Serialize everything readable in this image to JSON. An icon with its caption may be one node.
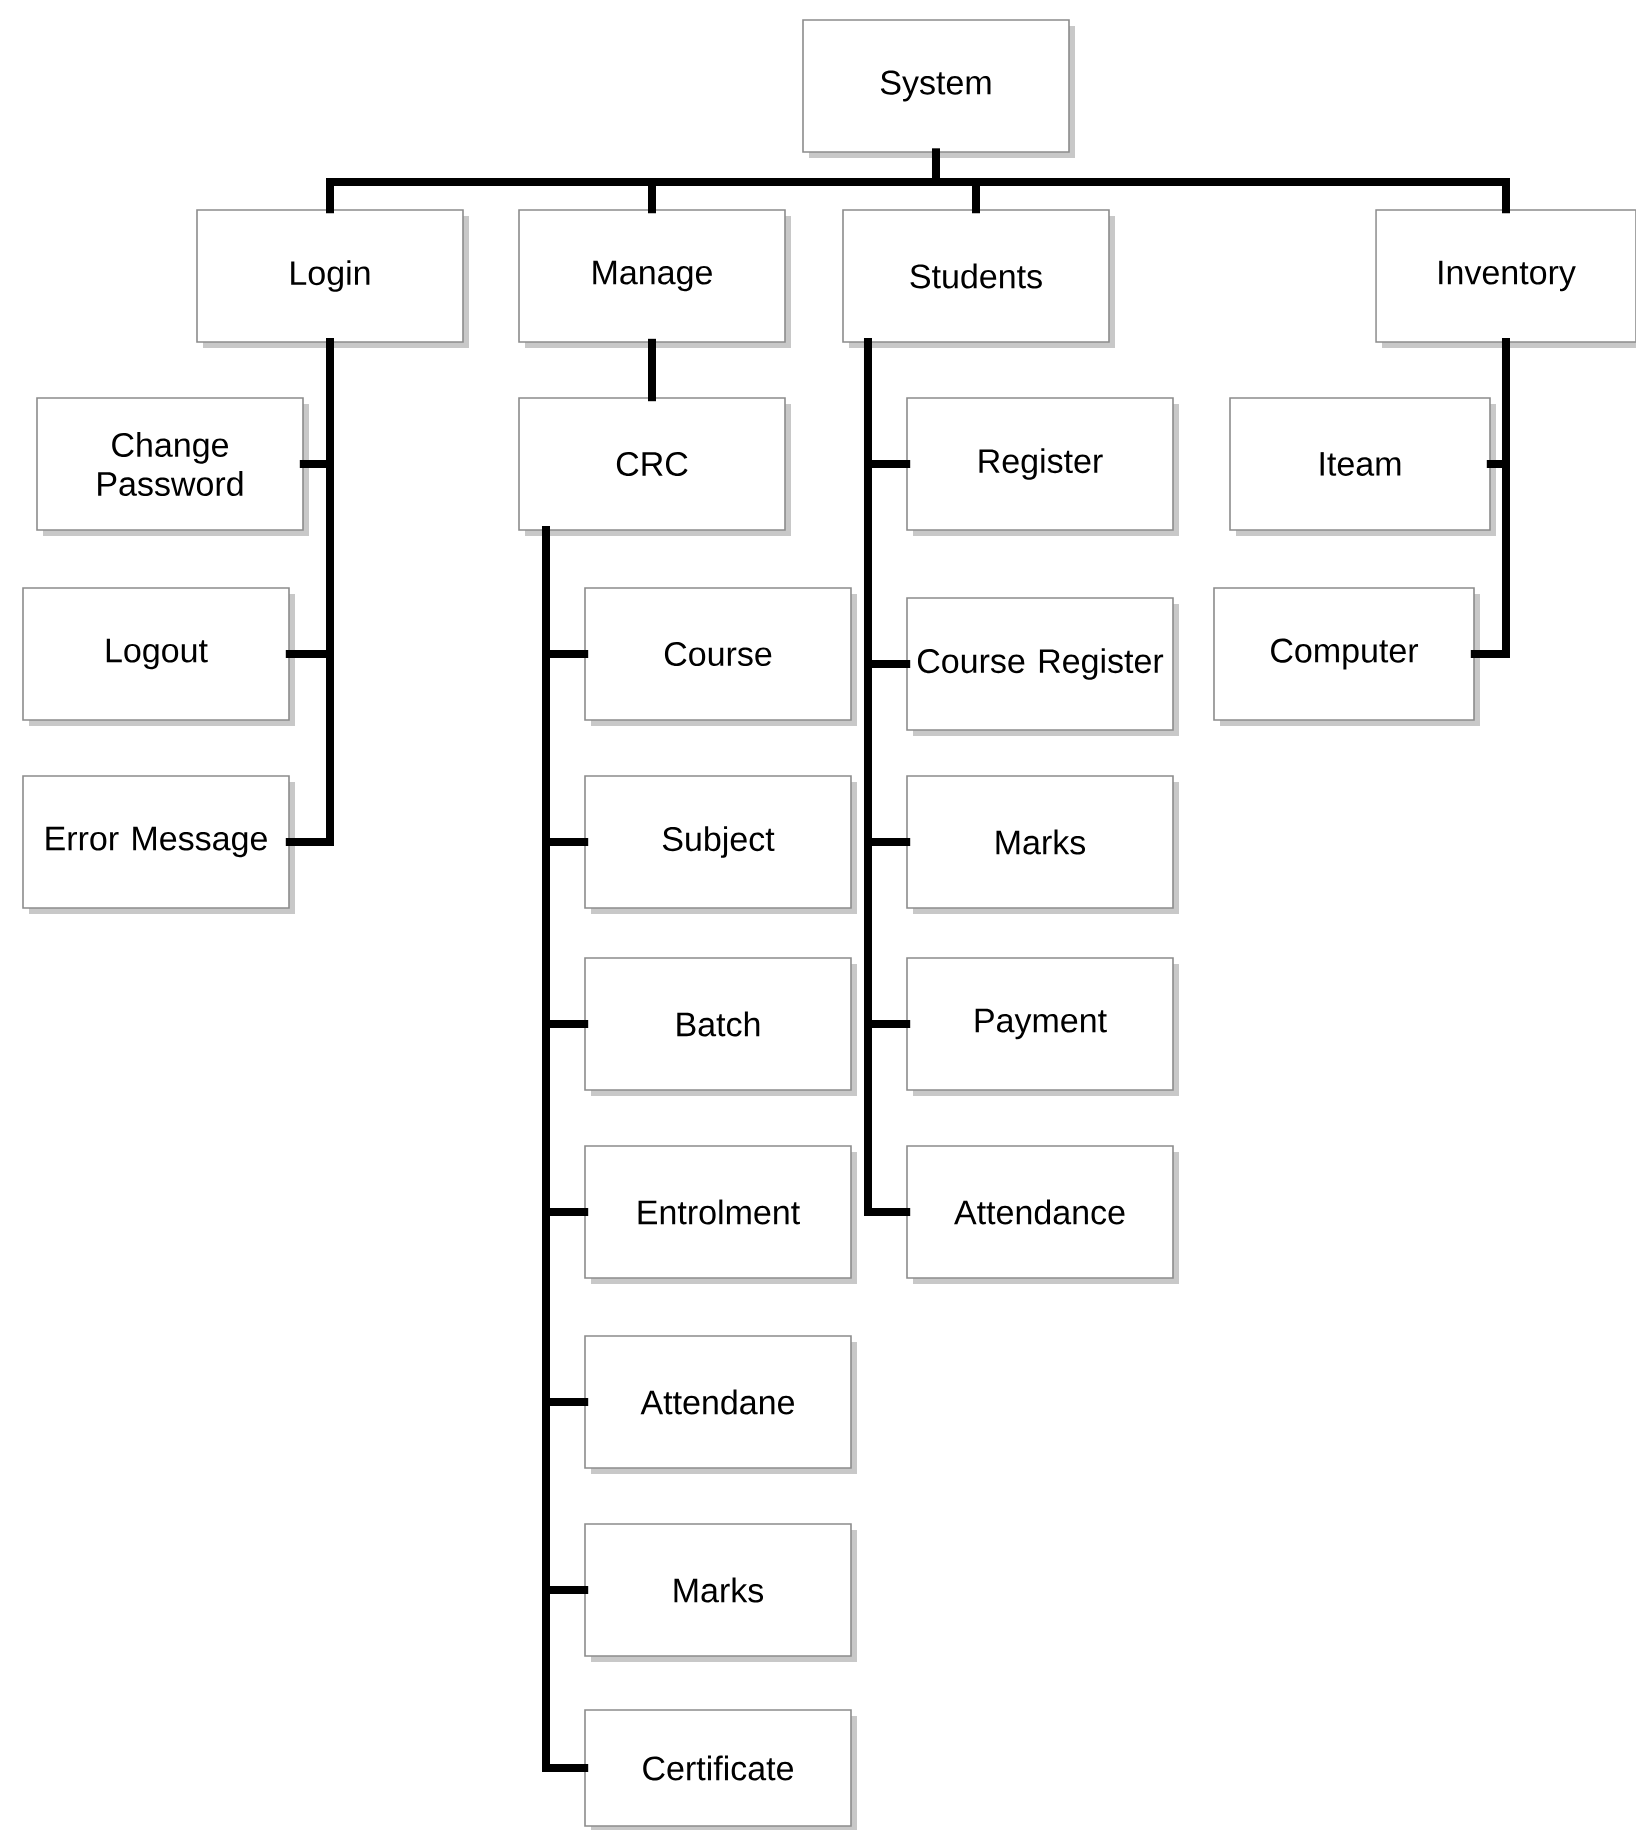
{
  "diagram": {
    "nodes": [
      {
        "text": [
          "System"
        ]
      },
      {
        "text": [
          "Login"
        ]
      },
      {
        "text": [
          "Manage"
        ]
      },
      {
        "text": [
          "Students"
        ]
      },
      {
        "text": [
          "Inventory"
        ]
      },
      {
        "text": [
          "Change Password"
        ]
      },
      {
        "text": [
          "Logout"
        ]
      },
      {
        "text": [
          "Error Message"
        ]
      },
      {
        "text": [
          "CRC"
        ]
      },
      {
        "text": [
          "Course"
        ]
      },
      {
        "text": [
          "Subject"
        ]
      },
      {
        "text": [
          "Batch"
        ]
      },
      {
        "text": [
          "Entrolment"
        ]
      },
      {
        "text": [
          "Attendane"
        ]
      },
      {
        "text": [
          "Marks"
        ]
      },
      {
        "text": [
          "Certificate"
        ]
      },
      {
        "text": [
          "Register"
        ]
      },
      {
        "text": [
          "Course Register"
        ]
      },
      {
        "text": [
          "Marks"
        ]
      },
      {
        "text": [
          "Payment"
        ]
      },
      {
        "text": [
          "Attendance"
        ]
      },
      {
        "text": [
          "Iteam"
        ]
      },
      {
        "text": [
          "Computer"
        ]
      }
    ],
    "edges": [
      {
        "from": 0,
        "to": 1,
        "arrow": "none"
      },
      {
        "from": 0,
        "to": 2,
        "arrow": "none"
      },
      {
        "from": 0,
        "to": 3,
        "arrow": "none"
      },
      {
        "from": 0,
        "to": 4,
        "arrow": "none"
      },
      {
        "from": 1,
        "to": 5,
        "arrow": "none"
      },
      {
        "from": 1,
        "to": 6,
        "arrow": "none"
      },
      {
        "from": 1,
        "to": 7,
        "arrow": "none"
      },
      {
        "from": 2,
        "to": 8,
        "arrow": "none"
      },
      {
        "from": 8,
        "to": 9,
        "arrow": "none"
      },
      {
        "from": 8,
        "to": 10,
        "arrow": "none"
      },
      {
        "from": 8,
        "to": 11,
        "arrow": "none"
      },
      {
        "from": 8,
        "to": 12,
        "arrow": "none"
      },
      {
        "from": 8,
        "to": 13,
        "arrow": "none"
      },
      {
        "from": 8,
        "to": 14,
        "arrow": "none"
      },
      {
        "from": 8,
        "to": 15,
        "arrow": "none"
      },
      {
        "from": 3,
        "to": 16,
        "arrow": "none"
      },
      {
        "from": 3,
        "to": 17,
        "arrow": "none"
      },
      {
        "from": 3,
        "to": 18,
        "arrow": "none"
      },
      {
        "from": 3,
        "to": 19,
        "arrow": "none"
      },
      {
        "from": 3,
        "to": 20,
        "arrow": "none"
      },
      {
        "from": 4,
        "to": 21,
        "arrow": "none"
      },
      {
        "from": 4,
        "to": 22,
        "arrow": "none"
      }
    ]
  }
}
